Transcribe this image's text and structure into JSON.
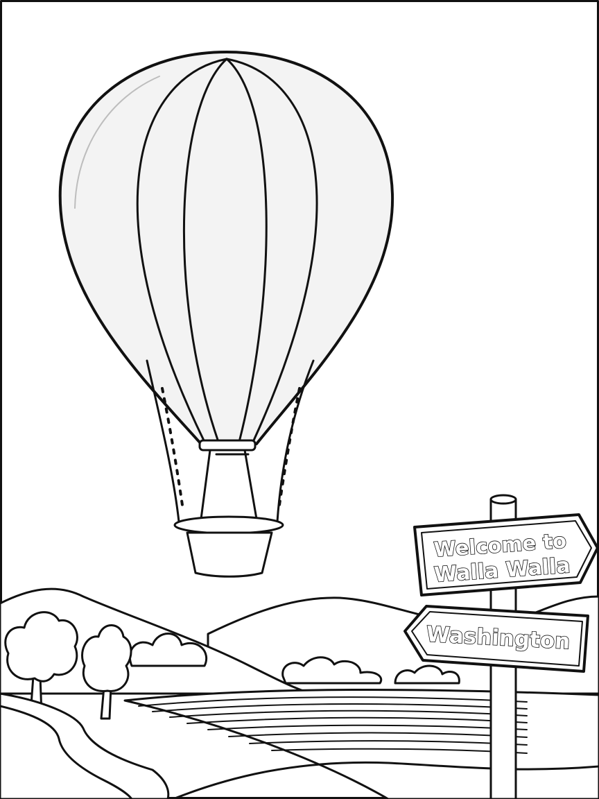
{
  "signpost": {
    "upper_sign_line1": "Welcome to",
    "upper_sign_line2": "Walla Walla",
    "lower_sign": "Washington"
  }
}
